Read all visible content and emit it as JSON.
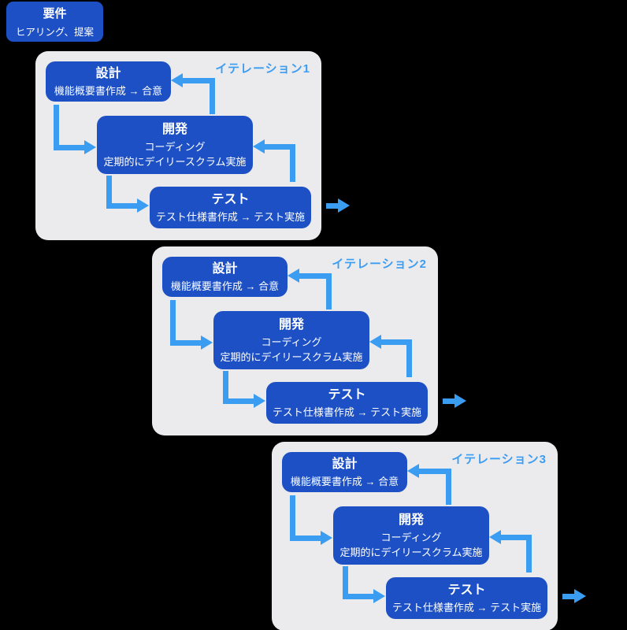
{
  "colors": {
    "box_blue": "#1d50c4",
    "arrow_blue": "#3b9df2",
    "panel_gray": "#ebebed",
    "background": "#000000",
    "text": "#ffffff"
  },
  "requirements": {
    "title": "要件",
    "subtitle": "ヒアリング、提案"
  },
  "iterations": [
    {
      "label": "イテレーション1",
      "design_title": "設計",
      "design_subtitle": "機能概要書作成 → 合意",
      "dev_title": "開発",
      "dev_line1": "コーディング",
      "dev_line2": "定期的にデイリースクラム実施",
      "test_title": "テスト",
      "test_subtitle": "テスト仕様書作成 → テスト実施"
    },
    {
      "label": "イテレーション2",
      "design_title": "設計",
      "design_subtitle": "機能概要書作成 → 合意",
      "dev_title": "開発",
      "dev_line1": "コーディング",
      "dev_line2": "定期的にデイリースクラム実施",
      "test_title": "テスト",
      "test_subtitle": "テスト仕様書作成 → テスト実施"
    },
    {
      "label": "イテレーション3",
      "design_title": "設計",
      "design_subtitle": "機能概要書作成 → 合意",
      "dev_title": "開発",
      "dev_line1": "コーディング",
      "dev_line2": "定期的にデイリースクラム実施",
      "test_title": "テスト",
      "test_subtitle": "テスト仕様書作成 → テスト実施"
    }
  ]
}
